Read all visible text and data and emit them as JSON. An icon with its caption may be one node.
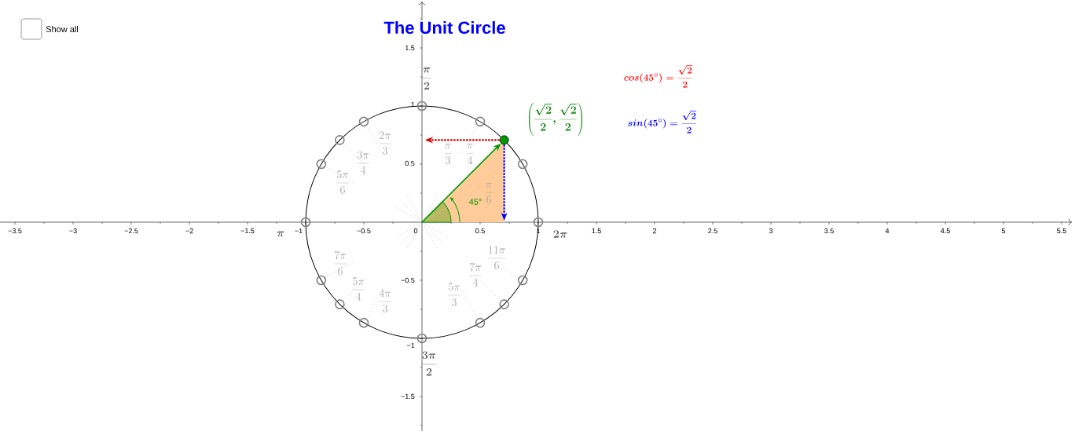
{
  "diagram": {
    "title": "The Unit Circle",
    "labels": [
      "Show all",
      "1.5",
      "\\frac{\\pi}{2}",
      "cos(45^{\\circ}) = \\frac{\\sqrt{2}}{2}",
      "1",
      "\\left(\\frac{\\sqrt{2}}{2}, \\frac{\\sqrt{2}}{2}\\right)",
      "sin(45^{\\circ}) = \\frac{\\sqrt{2}}{2}",
      "\\frac{2\\pi}{3}",
      "\\frac{3\\pi}{4}",
      "0.5",
      "\\frac{\\pi}{3}",
      "\\frac{\\pi}{4}",
      "\\frac{5\\pi}{6}",
      "\\frac{\\pi}{6}",
      "45°",
      "−3.5",
      "−3",
      "−2.5",
      "−2",
      "−1.5",
      "−1",
      "−0.5",
      "0",
      "0.5",
      "1",
      "1.5",
      "2",
      "2.5",
      "3",
      "3.5",
      "4",
      "4.5",
      "5",
      "5.5",
      "\\pi",
      "2\\pi",
      "\\frac{7\\pi}{6}",
      "\\frac{11\\pi}{6}",
      "−0.5",
      "\\frac{5\\pi}{4}",
      "\\frac{7\\pi}{4}",
      "\\frac{4\\pi}{3}",
      "\\frac{5\\pi}{3}",
      "−1",
      "\\frac{3\\pi}{2}",
      "−1.5"
    ]
  }
}
